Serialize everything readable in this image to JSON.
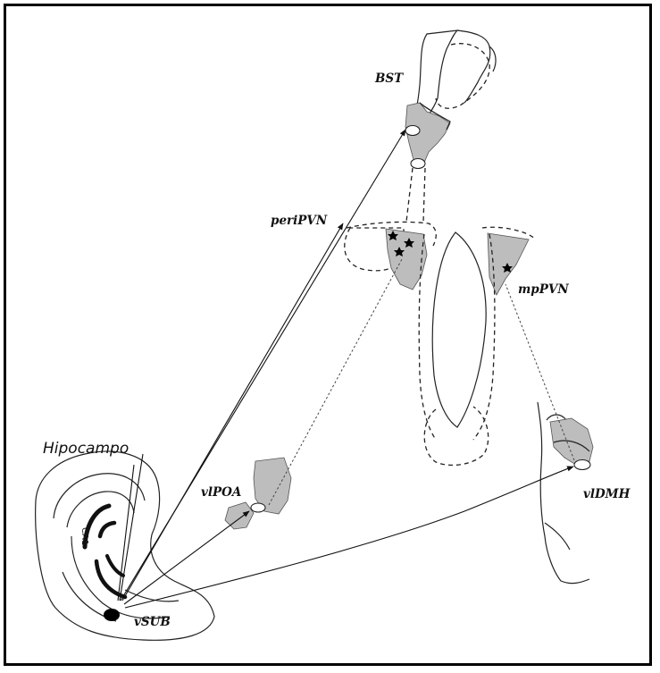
{
  "labels": {
    "bst": "BST",
    "peripvn": "periPVN",
    "mppvn": "mpPVN",
    "vlpoa": "vlPOA",
    "vldmh": "vlDMH",
    "hipocampo": "Hipocampo",
    "ca1": "CA1",
    "vsub": "vSUB"
  }
}
